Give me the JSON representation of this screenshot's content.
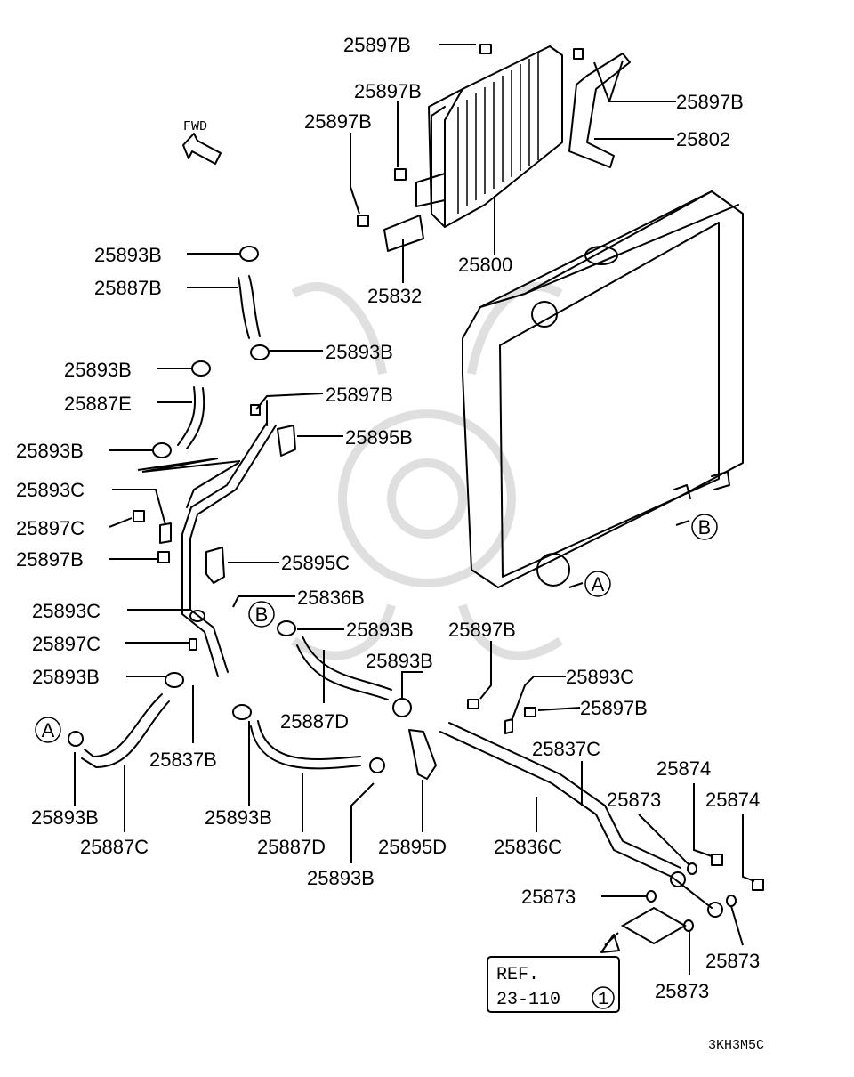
{
  "fwd_label": "FWD",
  "diagram_code": "3KH3M5C",
  "reference": {
    "line1": "REF.",
    "line2": "23-110",
    "circled": "1"
  },
  "callouts": {
    "A_top": "A",
    "A_left": "A",
    "B_right": "B",
    "B_mid": "B"
  },
  "labels": {
    "bolt_top": "25897B",
    "bolt_top_right": "25897B",
    "bolt_cooler_1": "25897B",
    "bolt_cooler_2": "25897B",
    "bracket_cooler": "25802",
    "oil_cooler": "25800",
    "plate_cooler": "25832",
    "clamp_1": "25893B",
    "hose_b": "25887B",
    "clamp_2": "25893B",
    "clamp_3": "25893B",
    "hose_e": "25887E",
    "bolt_mid": "25897B",
    "clamp_4": "25893B",
    "bracket_b": "25895B",
    "clamp_c1": "25893C",
    "bolt_c1": "25897C",
    "bolt_b_left": "25897B",
    "bracket_c": "25895C",
    "pipe_b": "25836B",
    "clamp_c2": "25893C",
    "clamp_5": "25893B",
    "bolt_c2": "25897C",
    "bolt_b_center": "25897B",
    "clamp_6": "25893B",
    "clamp_c3": "25893C",
    "clamp_7": "25893B",
    "bolt_b_right": "25897B",
    "hose_d_upper": "25887D",
    "pipe_c37": "25837C",
    "pipe_b37": "25837B",
    "clamp_8": "25893B",
    "clamp_9": "25893B",
    "hose_c": "25887C",
    "hose_d_lower": "25887D",
    "clamp_10": "25893B",
    "bracket_d": "25895D",
    "pipe_c36": "25836C",
    "eyebolt_1": "25874",
    "washer_1": "25873",
    "eyebolt_2": "25874",
    "washer_2": "25873",
    "washer_3": "25873",
    "washer_4": "25873"
  }
}
